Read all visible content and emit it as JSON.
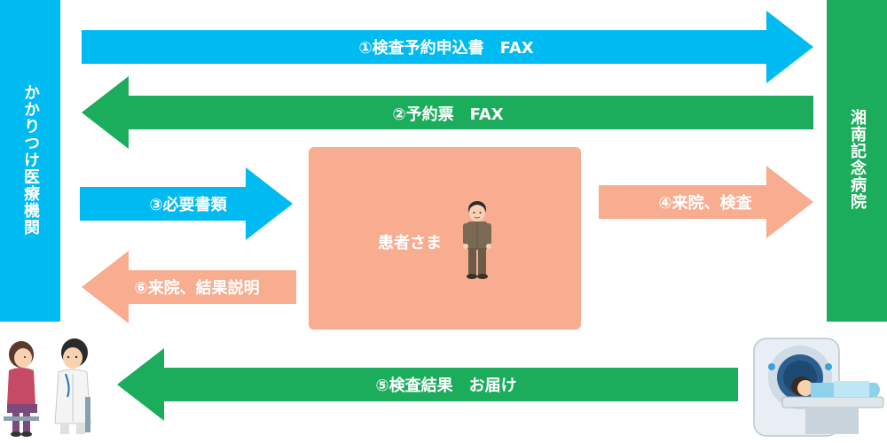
{
  "left_org": "かかりつけ医療機関",
  "right_org": "湘南記念病院",
  "patient_label": "患者さま",
  "arrows": {
    "a1": "①検査予約申込書　FAX",
    "a2": "②予約票　FAX",
    "a3": "③必要書類",
    "a4": "④来院、検査",
    "a5": "⑤検査結果　お届け",
    "a6": "⑥来院、結果説明"
  },
  "colors": {
    "blue": "#00baf2",
    "green": "#1bad5c",
    "salmon": "#f9ad90"
  },
  "icons": [
    "patient-figure-icon",
    "doctor-consultation-icon",
    "mri-scanner-icon"
  ]
}
